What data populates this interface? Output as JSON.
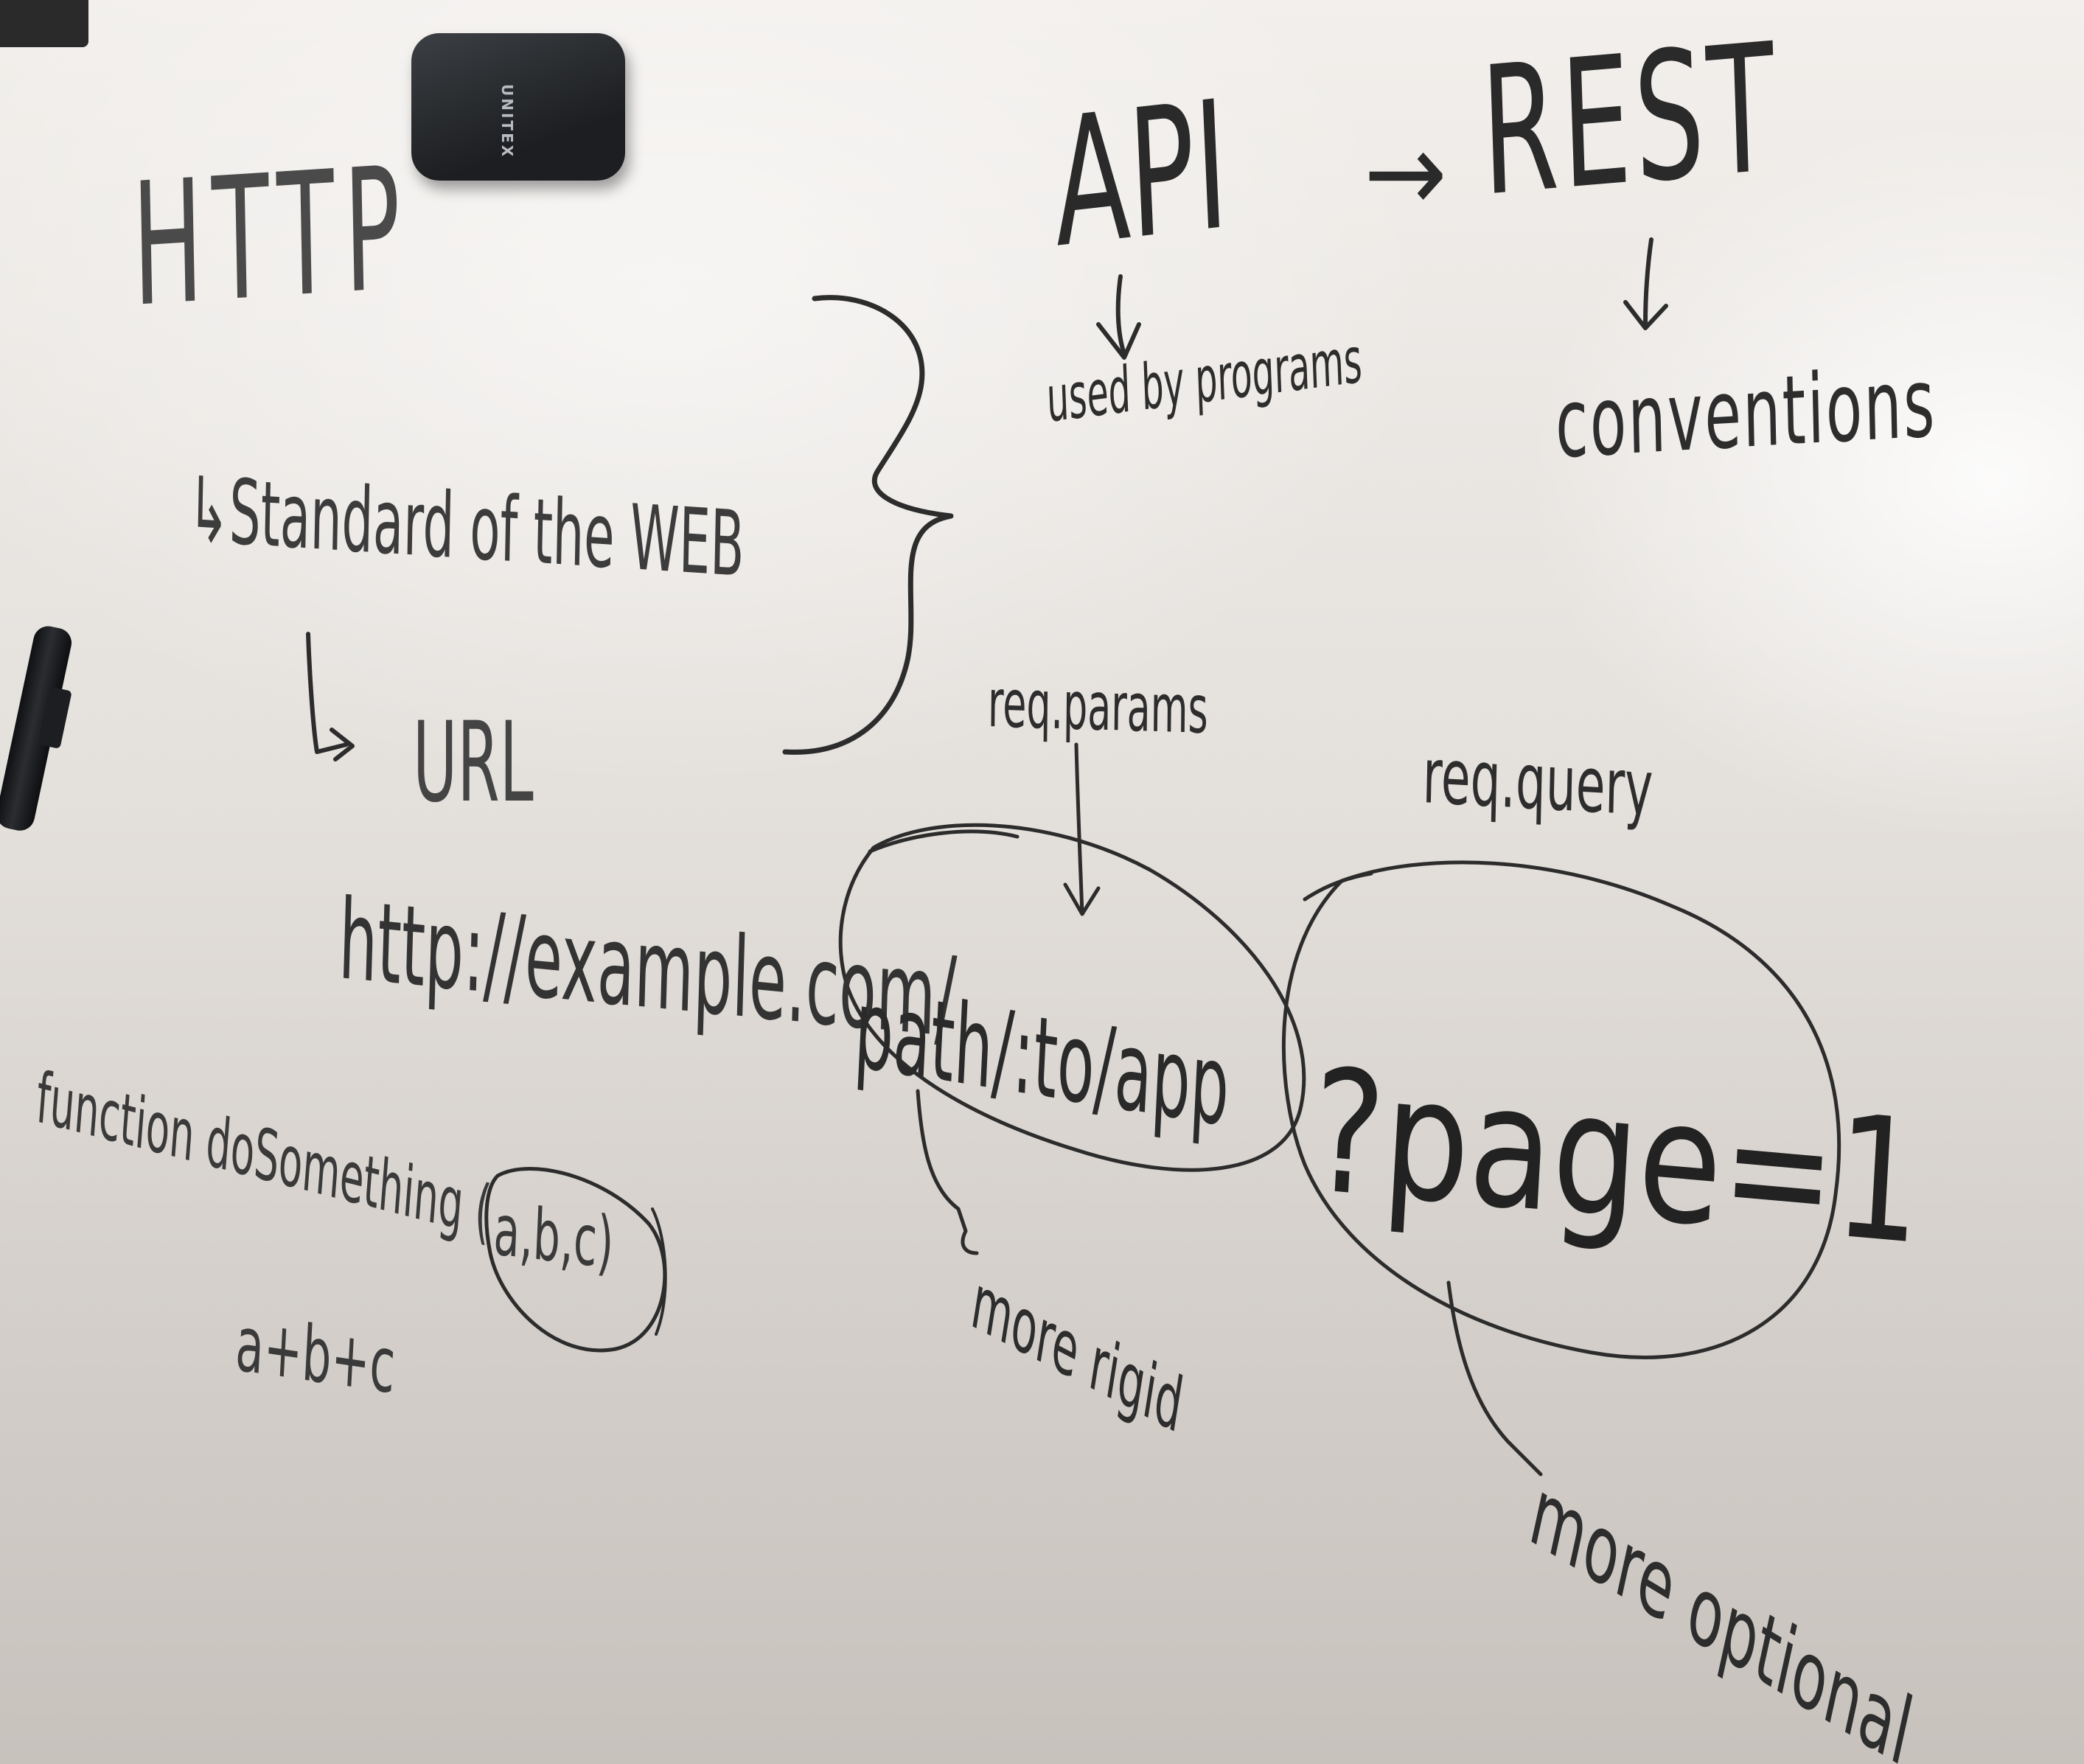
{
  "image": {
    "subject": "whiteboard",
    "colors": {
      "board": "#ebe7e3",
      "ink": "#2c2c2c",
      "eraser": "#2b2e32",
      "marker": "#151618"
    },
    "eraser_brand": "UNITEX"
  },
  "notes": {
    "http": "HTTP",
    "standard": "↳Standard of the WEB",
    "url": "URL",
    "address_base": "http://example.com/",
    "path_part": "path/:to/app",
    "query_part": "?page=1",
    "api": "API",
    "arrow": "→",
    "rest": "REST",
    "used_by": "used by programs",
    "conventions": "conventions",
    "req_params": "req.params",
    "req_query": "req.query",
    "function_sig": "function doSomething (",
    "function_args": "a,b,c)",
    "function_body": "a+b+c",
    "more_rigid": "more rigid",
    "more_optional": "more optional"
  }
}
